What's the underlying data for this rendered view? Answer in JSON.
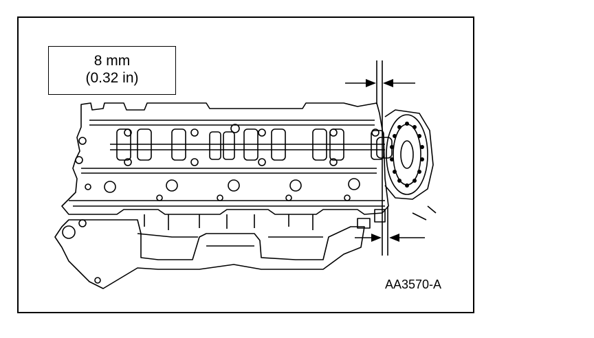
{
  "figure": {
    "spec_metric": "8 mm",
    "spec_imperial": "(0.32 in)",
    "figure_id": "AA3570-A"
  }
}
